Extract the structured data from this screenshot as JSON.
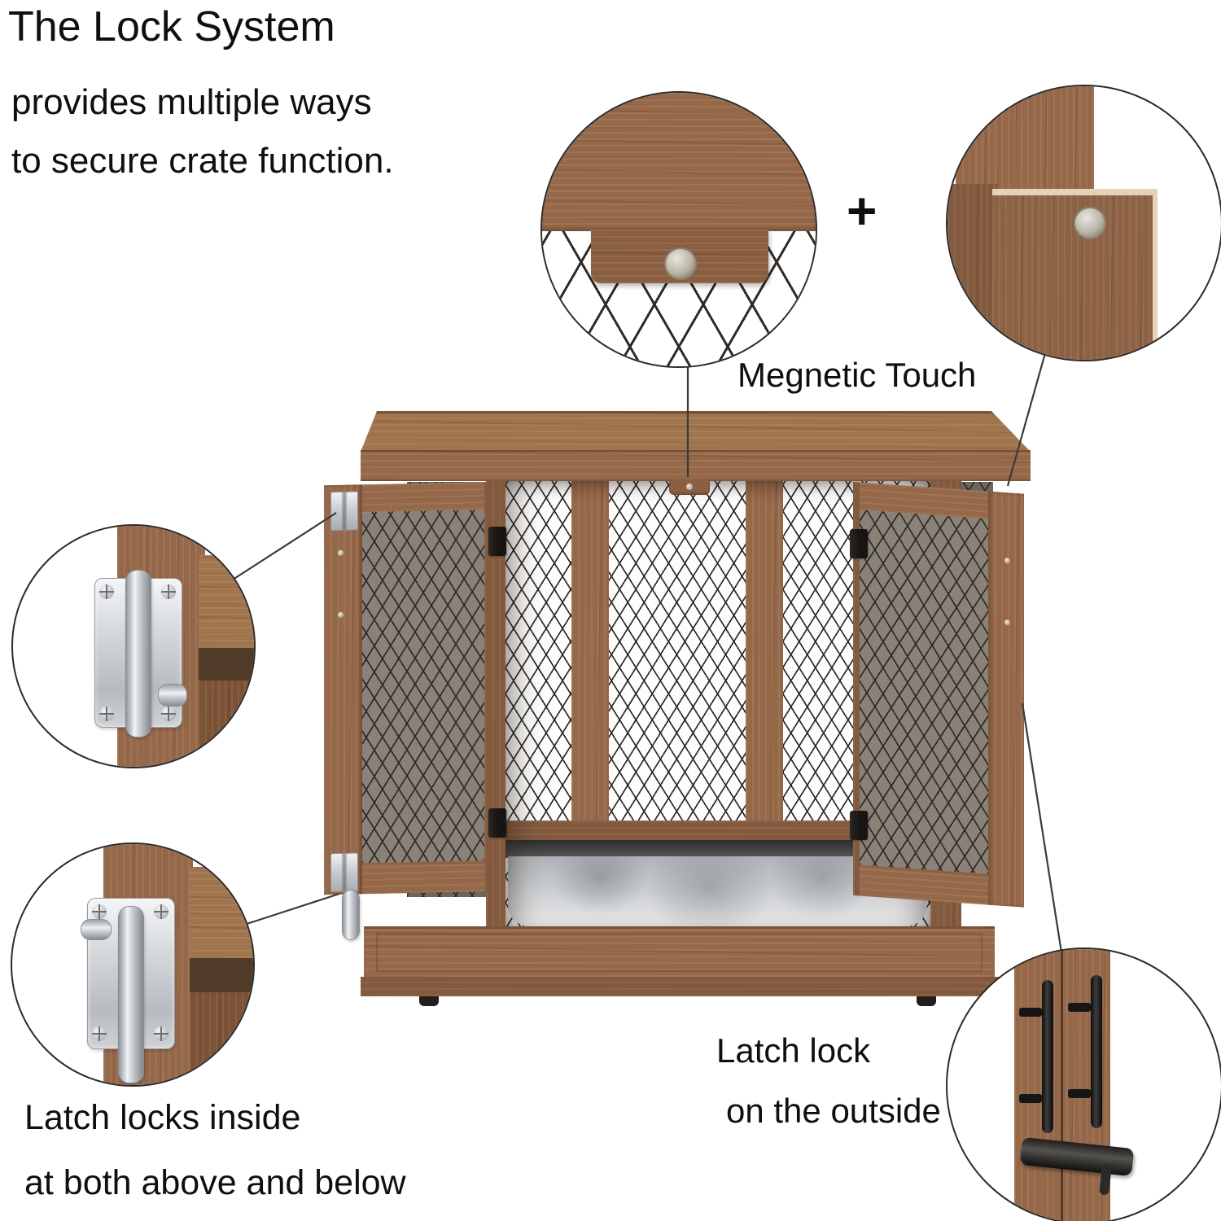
{
  "header": {
    "title": "The Lock System",
    "subtitle_line1": "provides multiple ways",
    "subtitle_line2": "to secure crate function."
  },
  "callouts": {
    "magnetic_touch_label": "Megnetic Touch",
    "plus_sign": "+",
    "outside_latch_line1": "Latch lock",
    "outside_latch_line2": "on the outside",
    "inside_latch_line1": "Latch locks inside",
    "inside_latch_line2": "at both above and below"
  },
  "colors": {
    "wood_main": "#96684a",
    "wood_light": "#a0744d",
    "wood_dark": "#7a5236",
    "wood_edge": "#e3d3b8",
    "mesh_line": "#2f2a26",
    "metal_dark": "#35332f",
    "black_hardware": "#211e1b",
    "pan_silver": "#c9cccf",
    "outline": "#2b2b2b",
    "text": "#0f0f0f",
    "line": "#3a3a3a"
  }
}
